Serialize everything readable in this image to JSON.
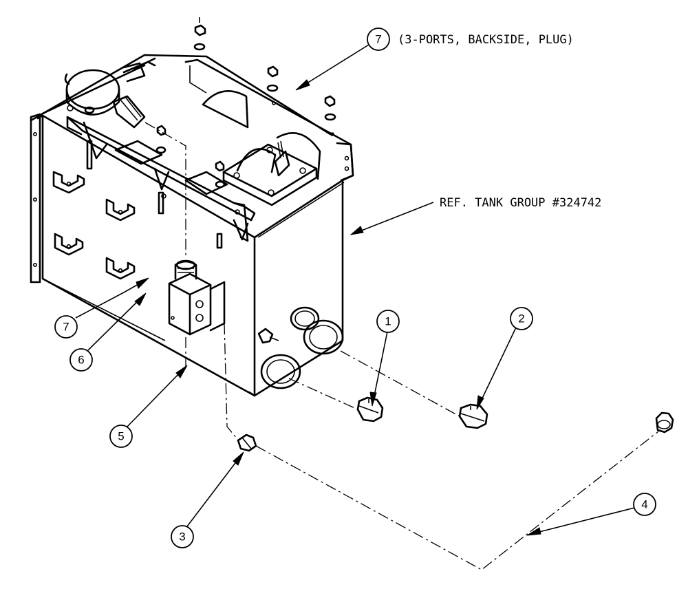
{
  "notes": {
    "tank_group_ref": "REF. TANK GROUP #324742",
    "item7_top_note": "(3-PORTS, BACKSIDE, PLUG)"
  },
  "balloons": {
    "b1": "1",
    "b2": "2",
    "b3": "3",
    "b4": "4",
    "b5": "5",
    "b6": "6",
    "b7_side": "7",
    "b7_top": "7"
  }
}
